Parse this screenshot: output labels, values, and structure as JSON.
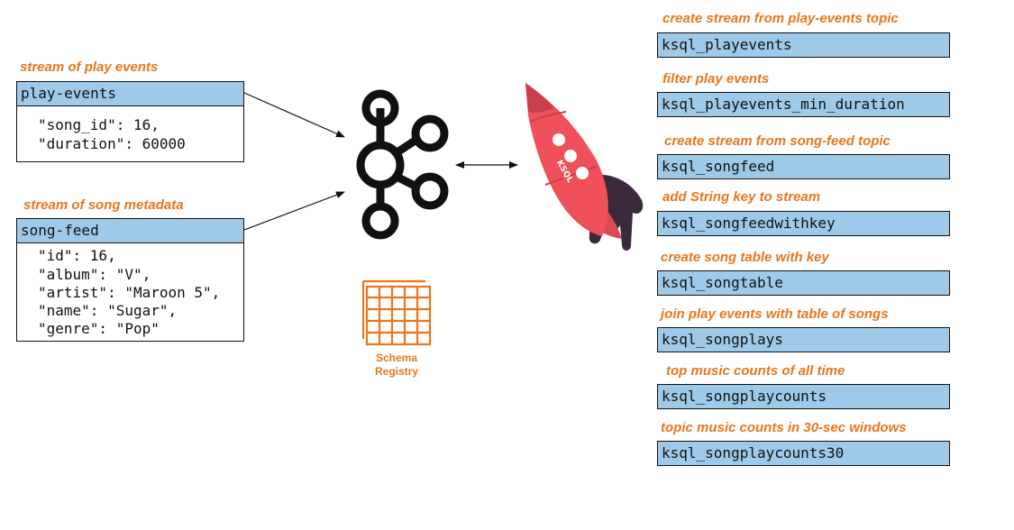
{
  "left": {
    "play_label": "stream of play events",
    "play_topic": "play-events",
    "play_json": [
      "\"song_id\": 16,",
      "\"duration\": 60000"
    ],
    "song_label": "stream of song metadata",
    "song_topic": "song-feed",
    "song_json": [
      "\"id\": 16,",
      "\"album\": \"V\",",
      "\"artist\": \"Maroon 5\",",
      "\"name\": \"Sugar\",",
      "\"genre\": \"Pop\""
    ]
  },
  "center": {
    "kafka_icon": "kafka-logo-icon",
    "schema_icon": "schema-registry-grid-icon",
    "schema_line1": "Schema",
    "schema_line2": "Registry",
    "rocket_icon": "ksql-rocket-icon",
    "rocket_text": "KSQL"
  },
  "right": {
    "steps": [
      {
        "label": "create stream from play-events topic",
        "name": "ksql_playevents"
      },
      {
        "label": "filter play events",
        "name": "ksql_playevents_min_duration"
      },
      {
        "label": "create stream from song-feed topic",
        "name": "ksql_songfeed"
      },
      {
        "label": "add String key to stream",
        "name": "ksql_songfeedwithkey"
      },
      {
        "label": "create song table with key",
        "name": "ksql_songtable"
      },
      {
        "label": "join play events with table of songs",
        "name": "ksql_songplays"
      },
      {
        "label": "top music counts of all time",
        "name": "ksql_songplaycounts"
      },
      {
        "label": "topic music counts in 30-sec windows",
        "name": "ksql_songplaycounts30"
      }
    ]
  },
  "colors": {
    "accent_orange": "#e8761f",
    "topic_blue": "#9ec9e8",
    "rocket_red": "#f0505a",
    "rocket_dark": "#3a2a3c"
  }
}
